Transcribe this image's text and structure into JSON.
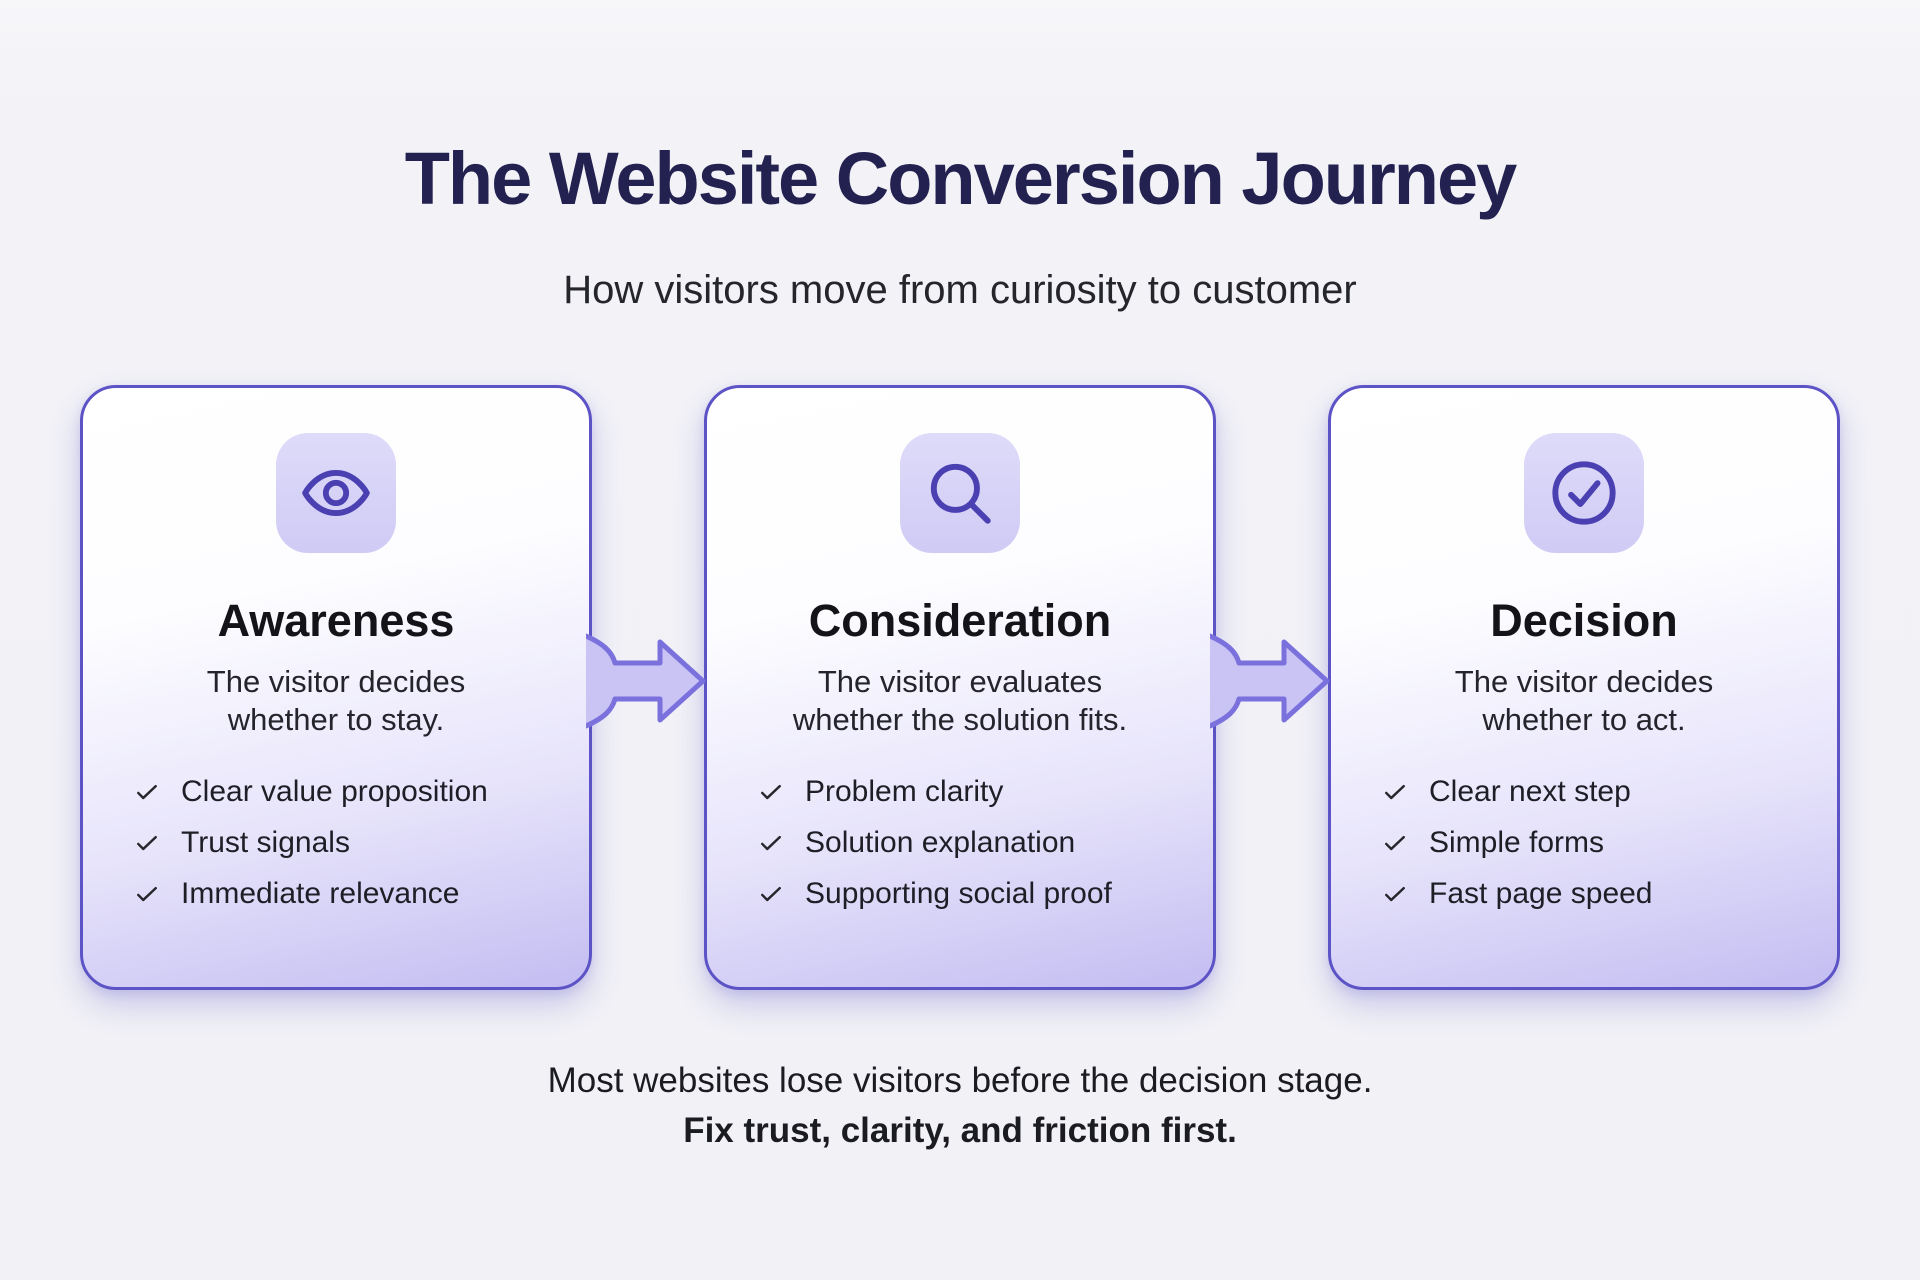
{
  "header": {
    "title": "The Website Conversion Journey",
    "subtitle": "How visitors move from curiosity to customer"
  },
  "stages": [
    {
      "icon": "eye-icon",
      "title": "Awareness",
      "description": "The visitor decides whether to stay.",
      "items": [
        "Clear value proposition",
        "Trust signals",
        "Immediate relevance"
      ]
    },
    {
      "icon": "search-icon",
      "title": "Consideration",
      "description": "The visitor evaluates whether the solution fits.",
      "items": [
        "Problem clarity",
        "Solution explanation",
        "Supporting social proof"
      ]
    },
    {
      "icon": "check-circle-icon",
      "title": "Decision",
      "description": "The visitor decides whether to act.",
      "items": [
        "Clear next step",
        "Simple forms",
        "Fast page speed"
      ]
    }
  ],
  "footer": {
    "line1": "Most websites lose visitors before the decision stage.",
    "line2": "Fix trust, clarity, and friction first."
  },
  "colors": {
    "title_navy": "#232150",
    "card_border": "#5c53c6",
    "icon_stroke": "#4b40b2",
    "icon_tile_bg": "#d6d2f7",
    "arrow_fill": "#c9c4f4",
    "arrow_stroke": "#7a71dc",
    "card_gradient_bottom": "#c3bdf1",
    "page_bg": "#f1f1f6"
  }
}
